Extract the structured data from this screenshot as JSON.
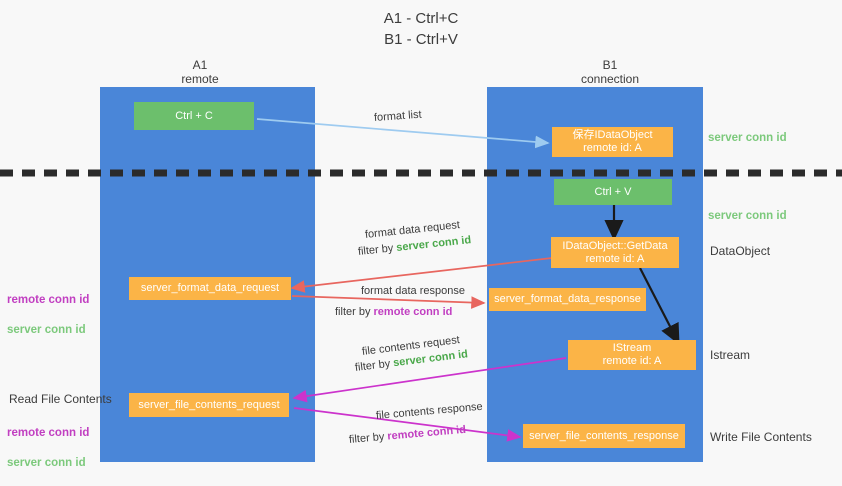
{
  "title": "A1 - Ctrl+C\nB1 - Ctrl+V",
  "columns": [
    {
      "id": "a1",
      "header": "A1\nremote"
    },
    {
      "id": "b1",
      "header": "B1\nconnection"
    }
  ],
  "boxes": [
    {
      "name": "ctrl-c-box",
      "text": "Ctrl + C"
    },
    {
      "name": "save-idataobject-box",
      "text": "保存IDataObject\nremote id: A"
    },
    {
      "name": "ctrl-v-box",
      "text": "Ctrl + V"
    },
    {
      "name": "idataobject-getdata-box",
      "text": "IDataObject::GetData\nremote id: A"
    },
    {
      "name": "server-format-data-request-box",
      "text": "server_format_data_request"
    },
    {
      "name": "server-format-data-response-box",
      "text": "server_format_data_response"
    },
    {
      "name": "istream-box",
      "text": "IStream\nremote id: A"
    },
    {
      "name": "server-file-contents-request-box",
      "text": "server_file_contents_request"
    },
    {
      "name": "server-file-contents-response-box",
      "text": "server_file_contents_response"
    }
  ],
  "right_labels": [
    {
      "name": "right-label-server-conn-id-1",
      "text": "server conn id",
      "style": "green"
    },
    {
      "name": "right-label-server-conn-id-2",
      "text": "server conn id",
      "style": "green"
    },
    {
      "name": "right-label-dataobject",
      "text": "DataObject",
      "style": "plain"
    },
    {
      "name": "right-label-istream",
      "text": "Istream",
      "style": "plain"
    },
    {
      "name": "right-label-write-file-contents",
      "text": "Write File Contents",
      "style": "plain"
    }
  ],
  "left_labels": {
    "format_conn": {
      "line1": "remote conn id",
      "line2": "server conn id"
    },
    "read_file_contents": "Read File Contents",
    "file_conn": {
      "line1": "remote conn id",
      "line2": "server conn id"
    }
  },
  "arrow_labels": [
    {
      "name": "arrow-label-format-list",
      "prefix": "format list",
      "suffix": "",
      "emphasis": ""
    },
    {
      "name": "arrow-label-format-data-request",
      "prefix": "format data request",
      "suffix": "",
      "emphasis": ""
    },
    {
      "name": "arrow-label-format-data-request-filter",
      "prefix": "filter by ",
      "emphasis": "server conn id",
      "emphasis_color": "green"
    },
    {
      "name": "arrow-label-format-data-response",
      "prefix": "format data response",
      "suffix": "",
      "emphasis": ""
    },
    {
      "name": "arrow-label-format-data-response-filter",
      "prefix": "filter by ",
      "emphasis": "remote conn id",
      "emphasis_color": "purple"
    },
    {
      "name": "arrow-label-file-contents-request",
      "prefix": "file contents request",
      "suffix": "",
      "emphasis": ""
    },
    {
      "name": "arrow-label-file-contents-request-filter",
      "prefix": "filter by ",
      "emphasis": "server conn id",
      "emphasis_color": "green"
    },
    {
      "name": "arrow-label-file-contents-response",
      "prefix": "file contents response",
      "suffix": "",
      "emphasis": ""
    },
    {
      "name": "arrow-label-file-contents-response-filter",
      "prefix": "filter by ",
      "emphasis": "remote conn id",
      "emphasis_color": "purple"
    }
  ],
  "colors": {
    "column_blue": "#4a86d8",
    "box_green": "#6cbf6c",
    "box_orange": "#fbb447",
    "arrow_light_blue": "#9ecbf0",
    "arrow_red": "#e8665f",
    "arrow_magenta": "#cc33cc",
    "arrow_black": "#1a1a1a",
    "conn_green": "#7cc97c",
    "conn_purple": "#c13fc1",
    "background": "#f8f8f8"
  }
}
